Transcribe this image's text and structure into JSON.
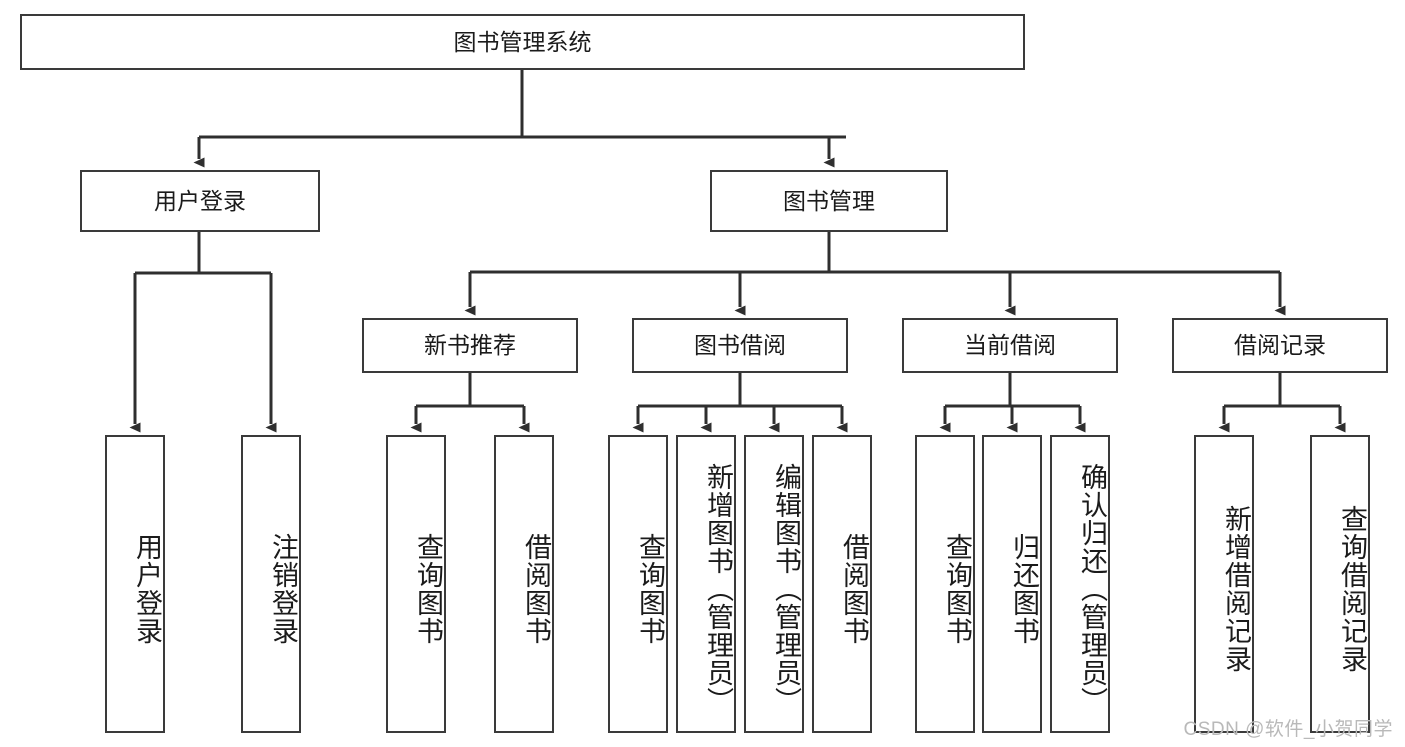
{
  "diagram": {
    "title": "图书管理系统",
    "type": "tree-hierarchy-chart",
    "watermark": "CSDN @软件_小贺同学",
    "colors": {
      "border": "#3a3a3a",
      "text": "#1b1b1b",
      "background": "#ffffff",
      "watermark": "#b9b9b9"
    },
    "root": {
      "label": "图书管理系统"
    },
    "level2": [
      {
        "label": "用户登录"
      },
      {
        "label": "图书管理"
      }
    ],
    "level3": [
      {
        "label": "新书推荐"
      },
      {
        "label": "图书借阅"
      },
      {
        "label": "当前借阅"
      },
      {
        "label": "借阅记录"
      }
    ],
    "leaves": {
      "user_login": [
        {
          "label": "用户登录"
        },
        {
          "label": "注销登录"
        }
      ],
      "new_book_recommend": [
        {
          "label": "查询图书"
        },
        {
          "label": "借阅图书"
        }
      ],
      "book_borrow": [
        {
          "label": "查询图书"
        },
        {
          "label": "新增图书（管理员）"
        },
        {
          "label": "编辑图书（管理员）"
        },
        {
          "label": "借阅图书"
        }
      ],
      "current_borrow": [
        {
          "label": "查询图书"
        },
        {
          "label": "归还图书"
        },
        {
          "label": "确认归还（管理员）"
        }
      ],
      "borrow_records": [
        {
          "label": "新增借阅记录"
        },
        {
          "label": "查询借阅记录"
        }
      ]
    }
  }
}
